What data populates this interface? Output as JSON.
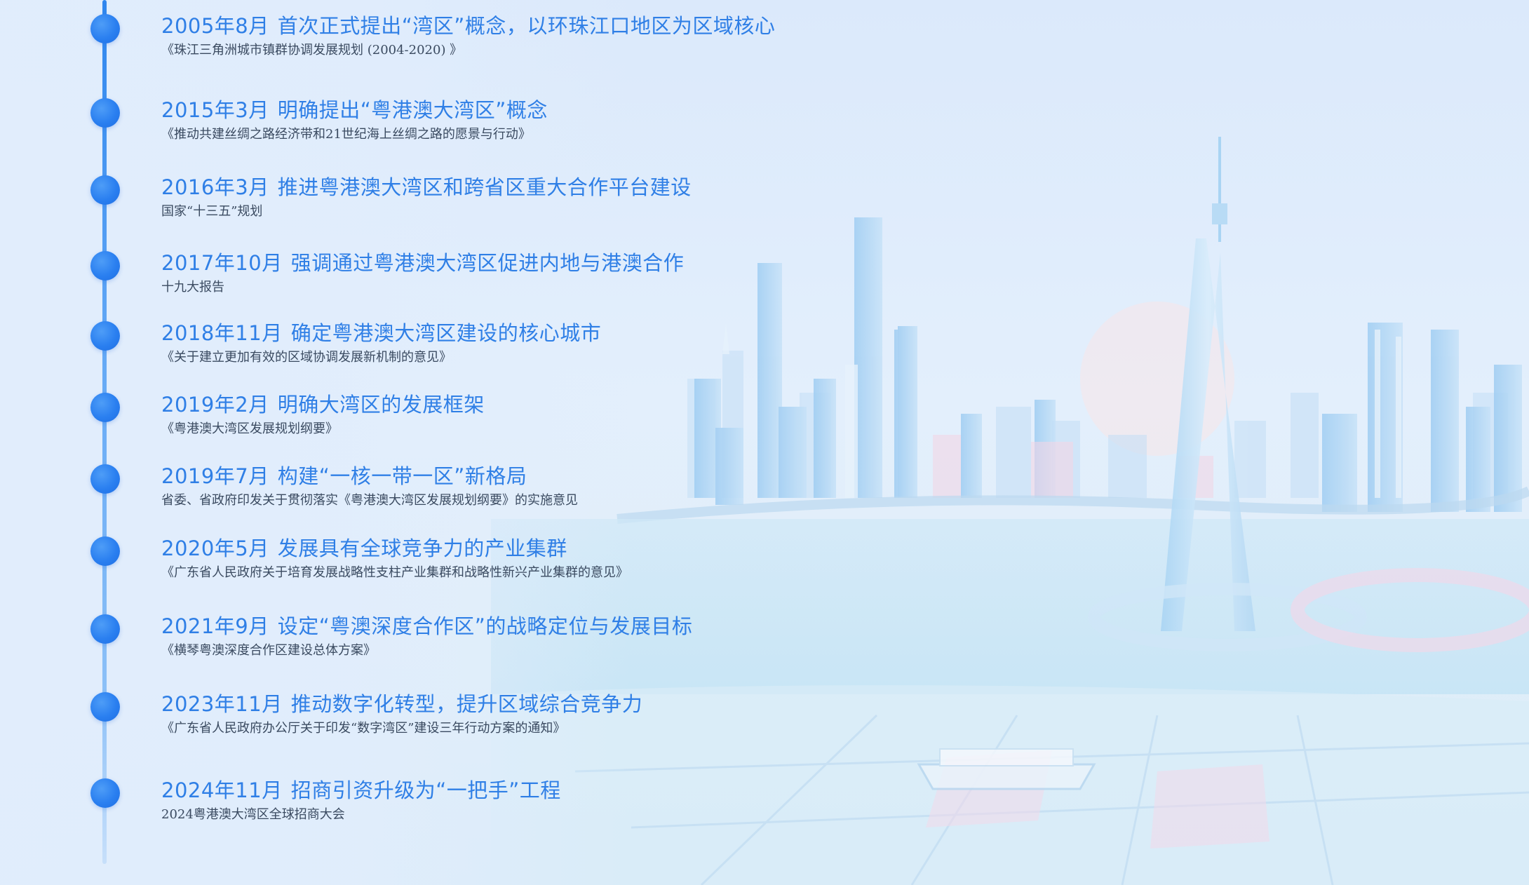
{
  "timeline": {
    "events": [
      {
        "date": "2005年8月",
        "title": "首次正式提出“湾区”概念，以环珠江口地区为区域核心",
        "source": "《珠江三角洲城市镇群协调发展规划 (2004-2020) 》"
      },
      {
        "date": "2015年3月",
        "title": "明确提出“粤港澳大湾区”概念",
        "source": "《推动共建丝绸之路经济带和21世纪海上丝绸之路的愿景与行动》"
      },
      {
        "date": "2016年3月",
        "title": "推进粤港澳大湾区和跨省区重大合作平台建设",
        "source": "国家“十三五”规划"
      },
      {
        "date": "2017年10月",
        "title": "强调通过粤港澳大湾区促进内地与港澳合作",
        "source": "十九大报告"
      },
      {
        "date": "2018年11月",
        "title": "确定粤港澳大湾区建设的核心城市",
        "source": "《关于建立更加有效的区域协调发展新机制的意见》"
      },
      {
        "date": "2019年2月",
        "title": "明确大湾区的发展框架",
        "source": "《粤港澳大湾区发展规划纲要》"
      },
      {
        "date": "2019年7月",
        "title": "构建“一核一带一区”新格局",
        "source": "省委、省政府印发关于贯彻落实《粤港澳大湾区发展规划纲要》的实施意见"
      },
      {
        "date": "2020年5月",
        "title": "发展具有全球竞争力的产业集群",
        "source": "《广东省人民政府关于培育发展战略性支柱产业集群和战略性新兴产业集群的意见》"
      },
      {
        "date": "2021年9月",
        "title": "设定“粤澳深度合作区”的战略定位与发展目标",
        "source": "《横琴粤澳深度合作区建设总体方案》"
      },
      {
        "date": "2023年11月",
        "title": "推动数字化转型，提升区域综合竞争力",
        "source": "《广东省人民政府办公厅关于印发“数字湾区”建设三年行动方案的通知》"
      },
      {
        "date": "2024年11月",
        "title": "招商引资升级为“一把手”工程",
        "source": "2024粤港澳大湾区全球招商大会"
      }
    ]
  },
  "colors": {
    "accent": "#2f7fe6",
    "dot": "#2a7ff0",
    "source_text": "#3a4a60",
    "background": "#e1eef9"
  },
  "decorations": {
    "background_art": "city-skyline-illustration",
    "timeline_marker": "dot-icon"
  }
}
